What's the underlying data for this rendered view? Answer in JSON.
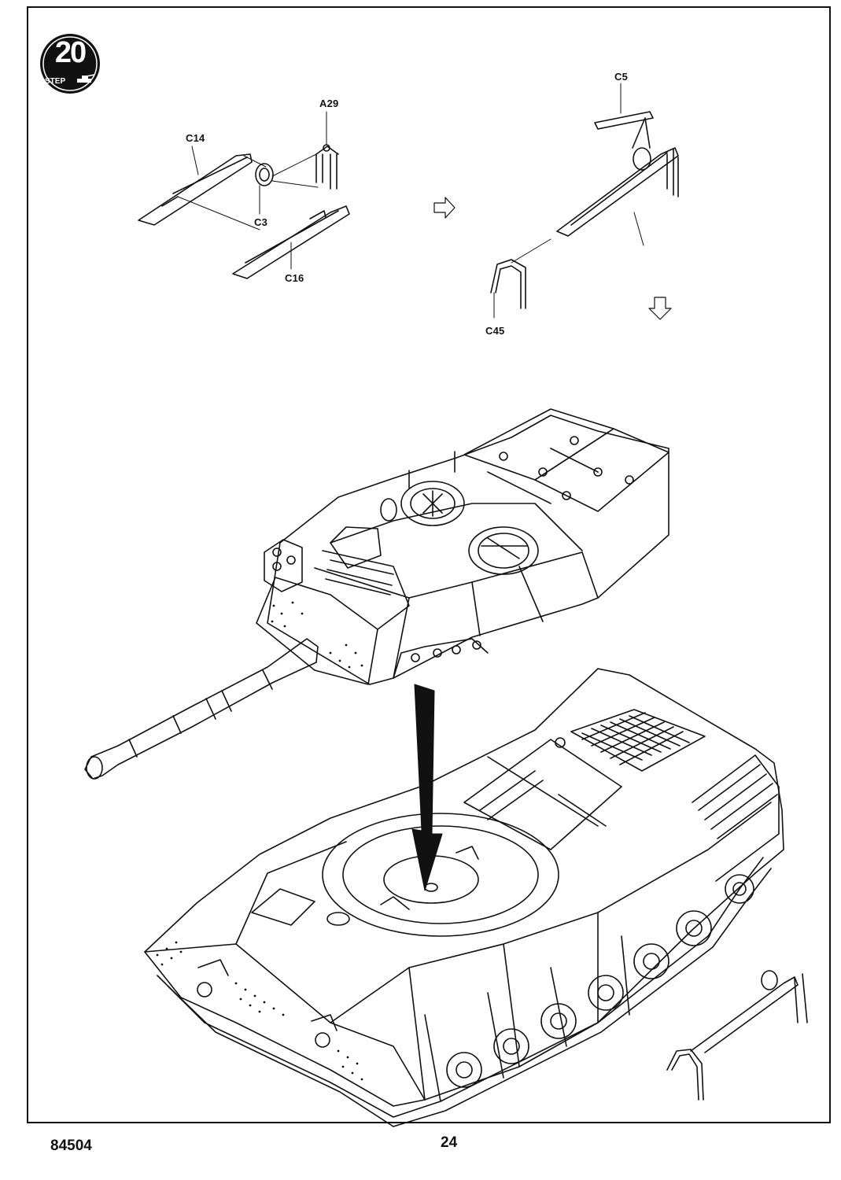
{
  "step": {
    "number": "20",
    "word": "STEP"
  },
  "parts": {
    "a29": "A29",
    "c14": "C14",
    "c3": "C3",
    "c16": "C16",
    "c5": "C5",
    "c45": "C45"
  },
  "footer": {
    "kit_number": "84504",
    "page_number": "24"
  }
}
